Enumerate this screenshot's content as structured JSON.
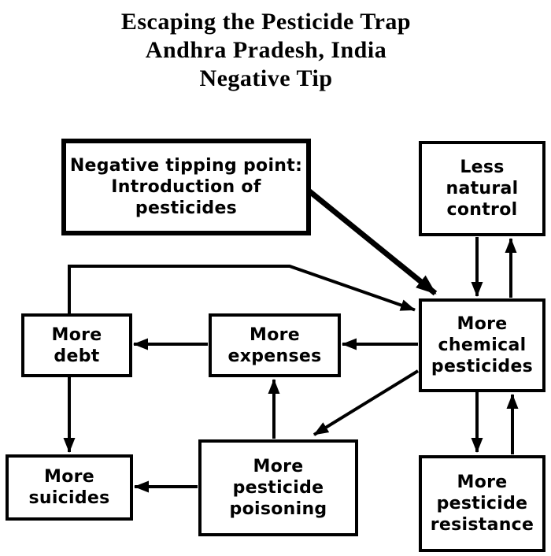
{
  "title": {
    "lines": [
      "Escaping the Pesticide Trap",
      "Andhra Pradesh, India",
      "Negative Tip"
    ]
  },
  "diagram": {
    "type": "causal-loop-diagram",
    "colors": {
      "ink": "#000000",
      "box_fill": "#ffffff",
      "background": "#ffffff"
    },
    "nodes": {
      "tipping": {
        "label": "Negative tipping point:\nIntroduction of\npesticides",
        "emphasis": "thick-border"
      },
      "natural": {
        "label": "Less\nnatural\ncontrol"
      },
      "chemical": {
        "label": "More\nchemical\npesticides"
      },
      "expenses": {
        "label": "More\nexpenses"
      },
      "debt": {
        "label": "More\ndebt"
      },
      "suicides": {
        "label": "More\nsuicides"
      },
      "poisoning": {
        "label": "More\npesticide\npoisoning"
      },
      "resistance": {
        "label": "More\npesticide\nresistance"
      }
    },
    "edges": [
      {
        "from": "tipping",
        "to": "chemical",
        "style": "thick"
      },
      {
        "from": "natural",
        "to": "chemical",
        "style": "normal"
      },
      {
        "from": "chemical",
        "to": "natural",
        "style": "normal"
      },
      {
        "from": "chemical",
        "to": "expenses",
        "style": "normal"
      },
      {
        "from": "expenses",
        "to": "debt",
        "style": "normal"
      },
      {
        "from": "debt",
        "to": "suicides",
        "style": "normal"
      },
      {
        "from": "debt",
        "to": "chemical",
        "style": "normal"
      },
      {
        "from": "chemical",
        "to": "poisoning",
        "style": "normal"
      },
      {
        "from": "poisoning",
        "to": "expenses",
        "style": "normal"
      },
      {
        "from": "poisoning",
        "to": "suicides",
        "style": "normal"
      },
      {
        "from": "chemical",
        "to": "resistance",
        "style": "normal"
      },
      {
        "from": "resistance",
        "to": "chemical",
        "style": "normal"
      }
    ]
  }
}
